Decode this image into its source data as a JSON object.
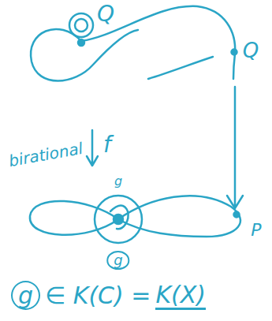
{
  "diagram": {
    "labels": [
      "Q",
      "Q",
      "birational",
      "f",
      "g",
      "g",
      "P",
      "g",
      "∈ K(C) =",
      "K(X)"
    ]
  }
}
